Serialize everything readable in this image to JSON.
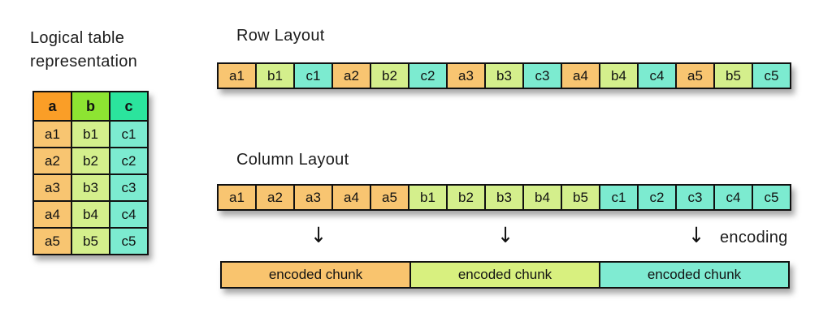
{
  "colors": {
    "header-a": "#FA9E27",
    "header-b": "#8DE432",
    "header-c": "#2BE49D",
    "light-a": "#F8C571",
    "light-b": "#D4EF8C",
    "light-c": "#7CEBD0",
    "chunk-a": "#F9C46E",
    "chunk-b": "#D8F07F",
    "chunk-c": "#7FEBD2",
    "border": "#111111",
    "text": "#1C1C1C",
    "bg": "#FFFFFF"
  },
  "logical_table": {
    "title_lines": [
      "Logical table",
      "representation"
    ],
    "columns": [
      "a",
      "b",
      "c"
    ],
    "rows": [
      [
        "a1",
        "b1",
        "c1"
      ],
      [
        "a2",
        "b2",
        "c2"
      ],
      [
        "a3",
        "b3",
        "c3"
      ],
      [
        "a4",
        "b4",
        "c4"
      ],
      [
        "a5",
        "b5",
        "c5"
      ]
    ]
  },
  "row_layout": {
    "title": "Row Layout",
    "cells": [
      "a1",
      "b1",
      "c1",
      "a2",
      "b2",
      "c2",
      "a3",
      "b3",
      "c3",
      "a4",
      "b4",
      "c4",
      "a5",
      "b5",
      "c5"
    ]
  },
  "column_layout": {
    "title": "Column Layout",
    "cells": [
      "a1",
      "a2",
      "a3",
      "a4",
      "a5",
      "b1",
      "b2",
      "b3",
      "b4",
      "b5",
      "c1",
      "c2",
      "c3",
      "c4",
      "c5"
    ]
  },
  "encoding": {
    "label": "encoding",
    "arrow_glyph": "↓",
    "chunks": [
      "encoded chunk",
      "encoded chunk",
      "encoded chunk"
    ]
  }
}
